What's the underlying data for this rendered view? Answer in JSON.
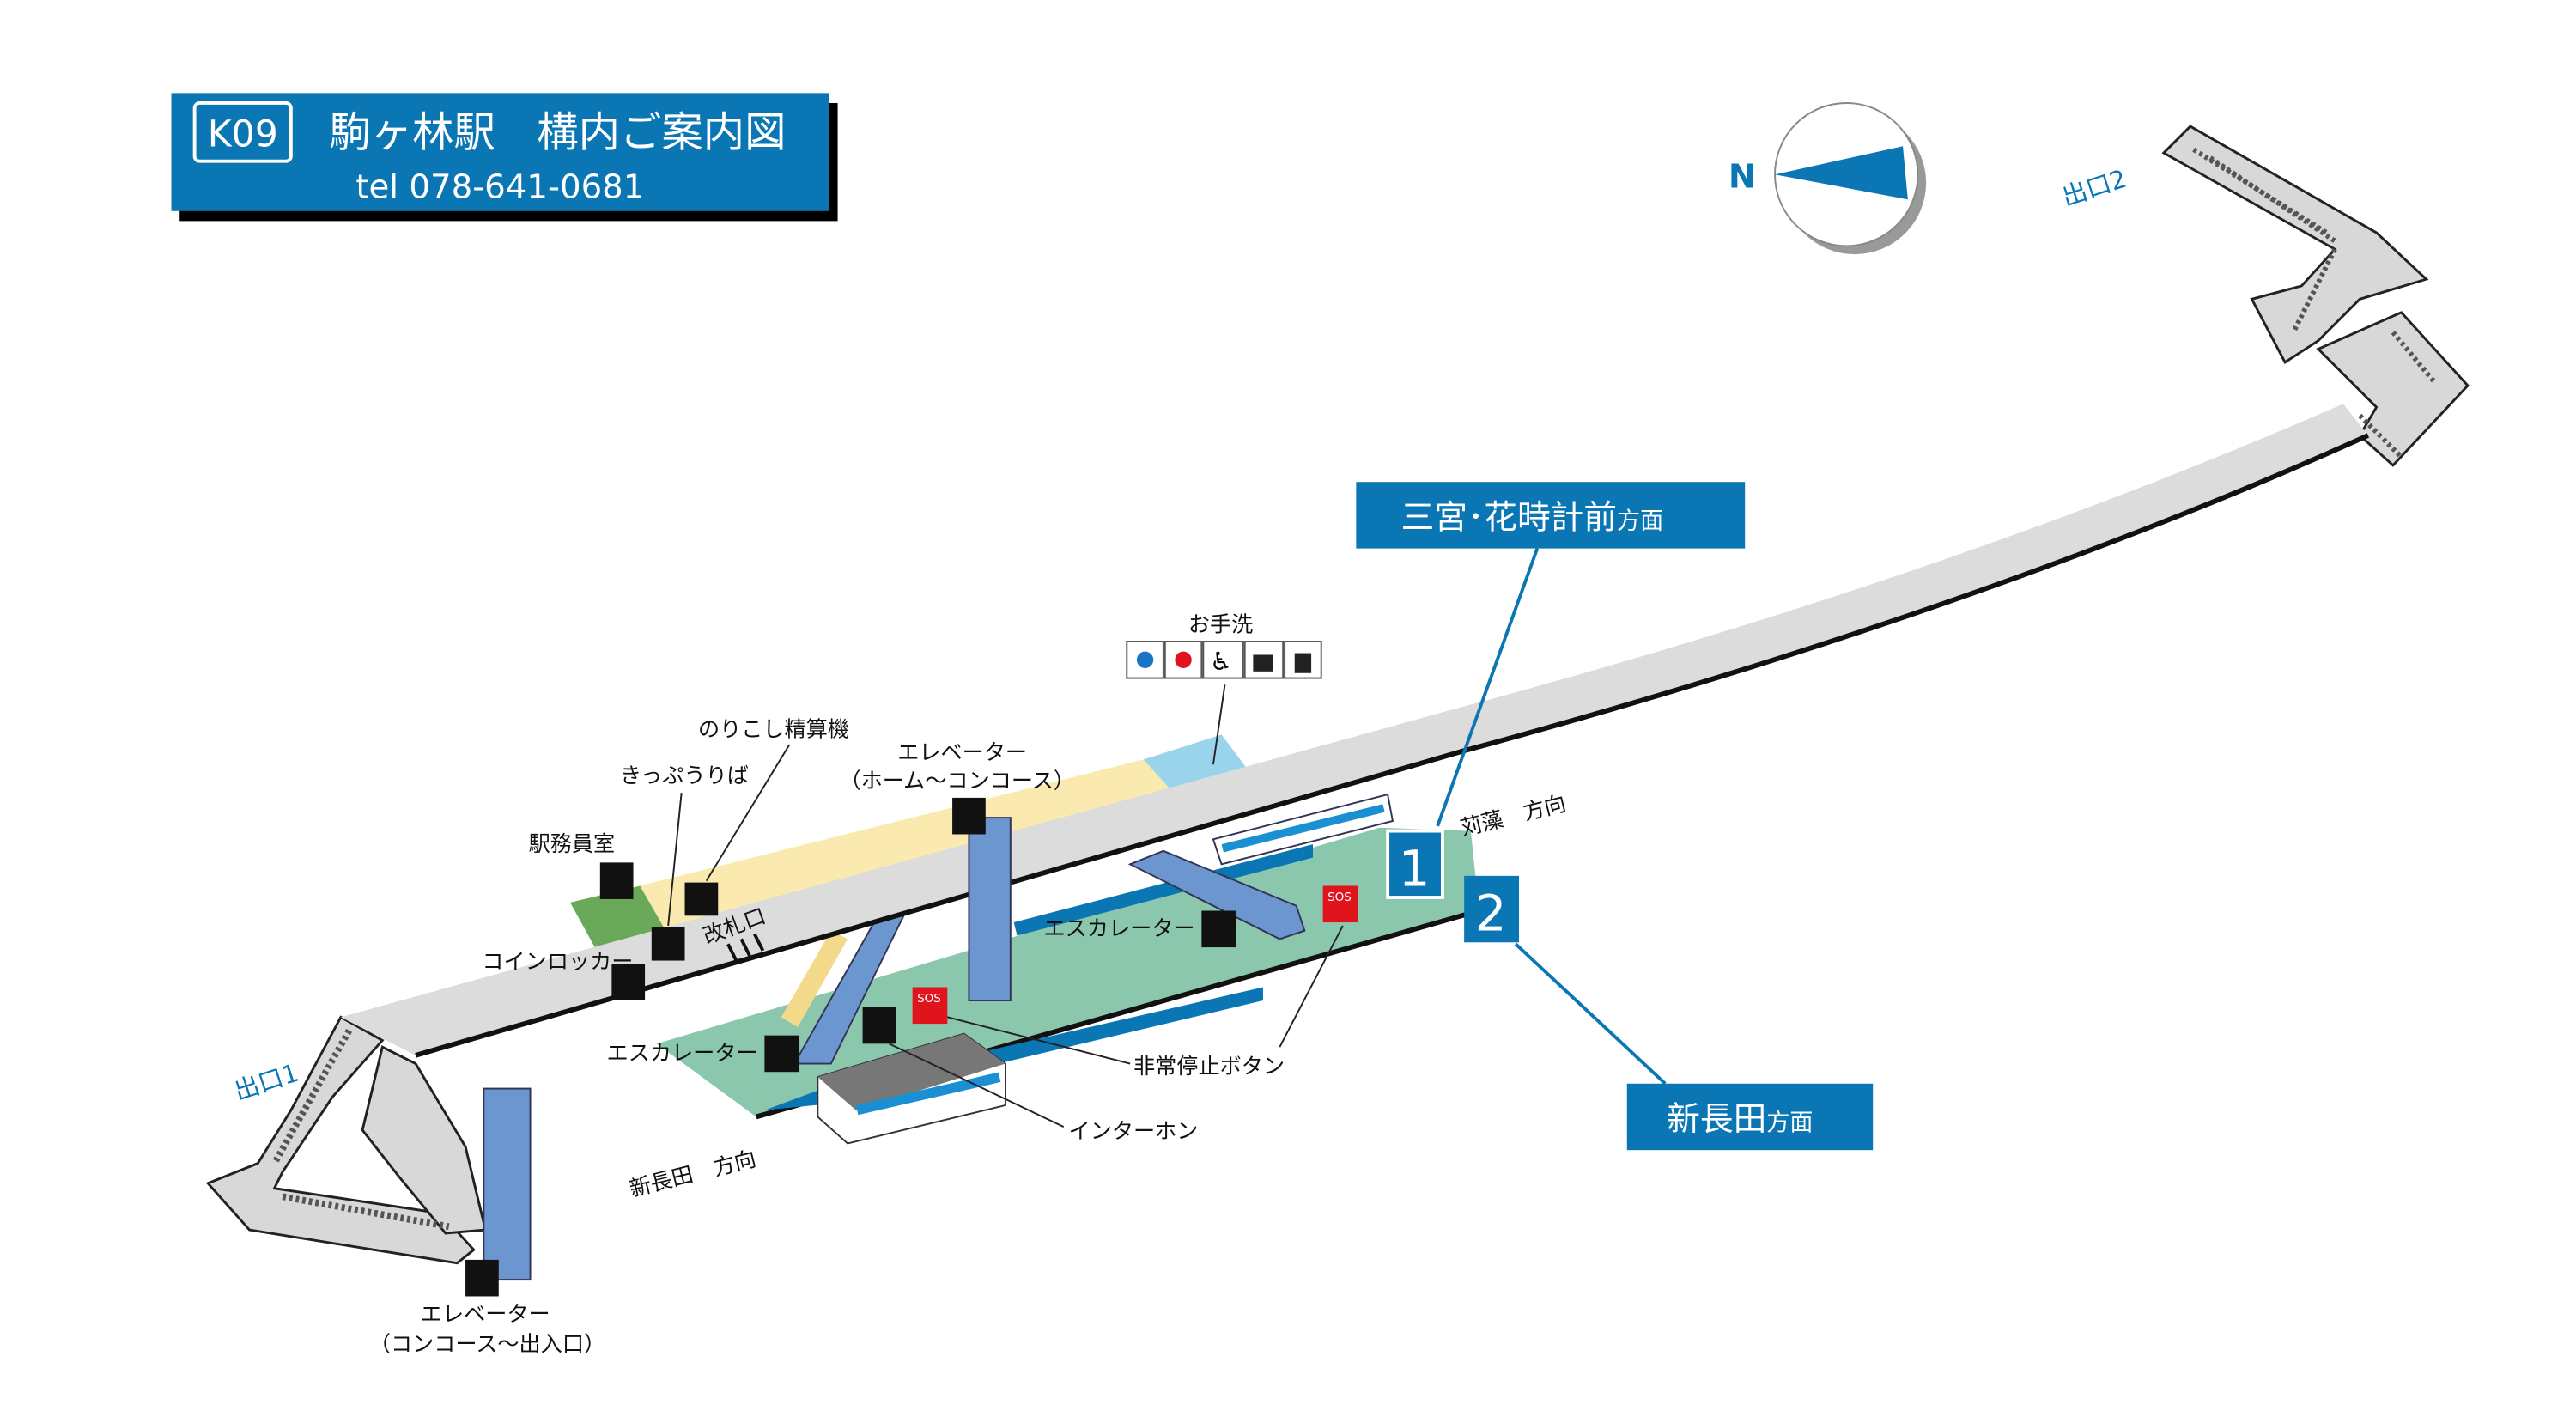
{
  "header": {
    "station_code": "K09",
    "title": "駒ヶ林駅　構内ご案内図",
    "tel": "tel 078-641-0681"
  },
  "compass": {
    "label": "N"
  },
  "exits": {
    "exit1": "出口1",
    "exit2": "出口2"
  },
  "directions": {
    "sannomiya": {
      "main": "三宮･花時計前",
      "suffix": "方面"
    },
    "shinnagata": {
      "main": "新長田",
      "suffix": "方面"
    },
    "karumo_dir": "苅藻　方向",
    "shinnagata_dir": "新長田　方向"
  },
  "platforms": {
    "p1": "1",
    "p2": "2"
  },
  "labels": {
    "toilet": "お手洗",
    "fare_adjust": "のりこし精算機",
    "ticket": "きっぷうりば",
    "elevator_platform": "エレベーター",
    "elevator_platform_sub": "（ホーム～コンコース）",
    "office": "駅務員室",
    "gate": "改札口",
    "locker": "コインロッカー",
    "escalator_upper": "エスカレーター",
    "escalator_lower": "エスカレーター",
    "emergency_stop": "非常停止ボタン",
    "intercom": "インターホン",
    "elevator_exit": "エレベーター",
    "elevator_exit_sub": "（コンコース～出入口）",
    "sos": "SOS"
  },
  "colors": {
    "brand": "#0b76b4",
    "concourse": "#faeab0",
    "platform": "#8ac7ad",
    "office": "#6aa85a",
    "toilet": "#9ad3ec",
    "elevator": "#6b96d0",
    "walkway": "#dcdcdc"
  }
}
